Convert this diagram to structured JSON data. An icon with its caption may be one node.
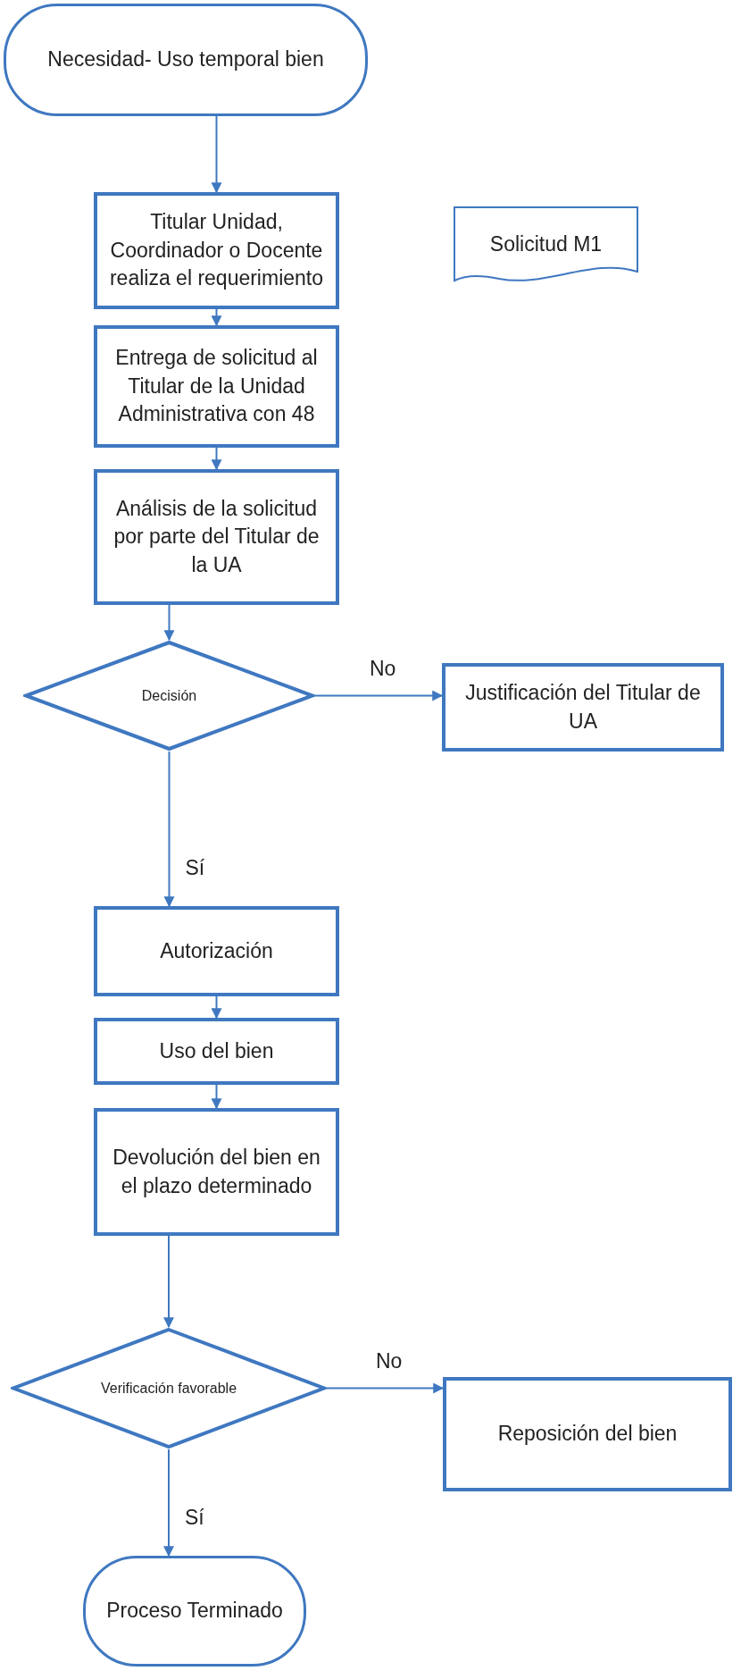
{
  "diagram": {
    "nodes": [
      {
        "text": [
          "Necesidad- Uso temporal bien"
        ]
      },
      {
        "text": [
          "Titular Unidad, Coordinador o Docente realiza el requerimiento"
        ]
      },
      {
        "text": [
          "Solicitud M1"
        ]
      },
      {
        "text": [
          "Entrega de solicitud al Titular de la Unidad Administrativa con 48"
        ]
      },
      {
        "text": [
          "Análisis de la solicitud por parte del Titular de la UA"
        ]
      },
      {
        "text": [
          "Decisión"
        ]
      },
      {
        "text": [
          "Justificación del Titular de UA"
        ]
      },
      {
        "text": [
          "Autorización"
        ]
      },
      {
        "text": [
          "Uso del bien"
        ]
      },
      {
        "text": [
          "Devolución del bien en el plazo determinado"
        ]
      },
      {
        "text": [
          "Verificación favorable"
        ]
      },
      {
        "text": [
          "Reposición del bien"
        ]
      },
      {
        "text": [
          "Proceso Terminado"
        ]
      }
    ],
    "edges": [
      {
        "from": 0,
        "to": 1,
        "arrow": "to"
      },
      {
        "from": 1,
        "to": 3,
        "arrow": "to"
      },
      {
        "from": 3,
        "to": 4,
        "arrow": "to"
      },
      {
        "from": 4,
        "to": 5,
        "arrow": "to"
      },
      {
        "from": 5,
        "to": 6,
        "arrow": "to",
        "label": "No"
      },
      {
        "from": 5,
        "to": 7,
        "arrow": "to",
        "label": "Sí"
      },
      {
        "from": 7,
        "to": 8,
        "arrow": "to"
      },
      {
        "from": 8,
        "to": 9,
        "arrow": "to"
      },
      {
        "from": 9,
        "to": 10,
        "arrow": "to"
      },
      {
        "from": 10,
        "to": 11,
        "arrow": "to",
        "label": "No"
      },
      {
        "from": 10,
        "to": 12,
        "arrow": "to",
        "label": "Sí"
      }
    ]
  }
}
